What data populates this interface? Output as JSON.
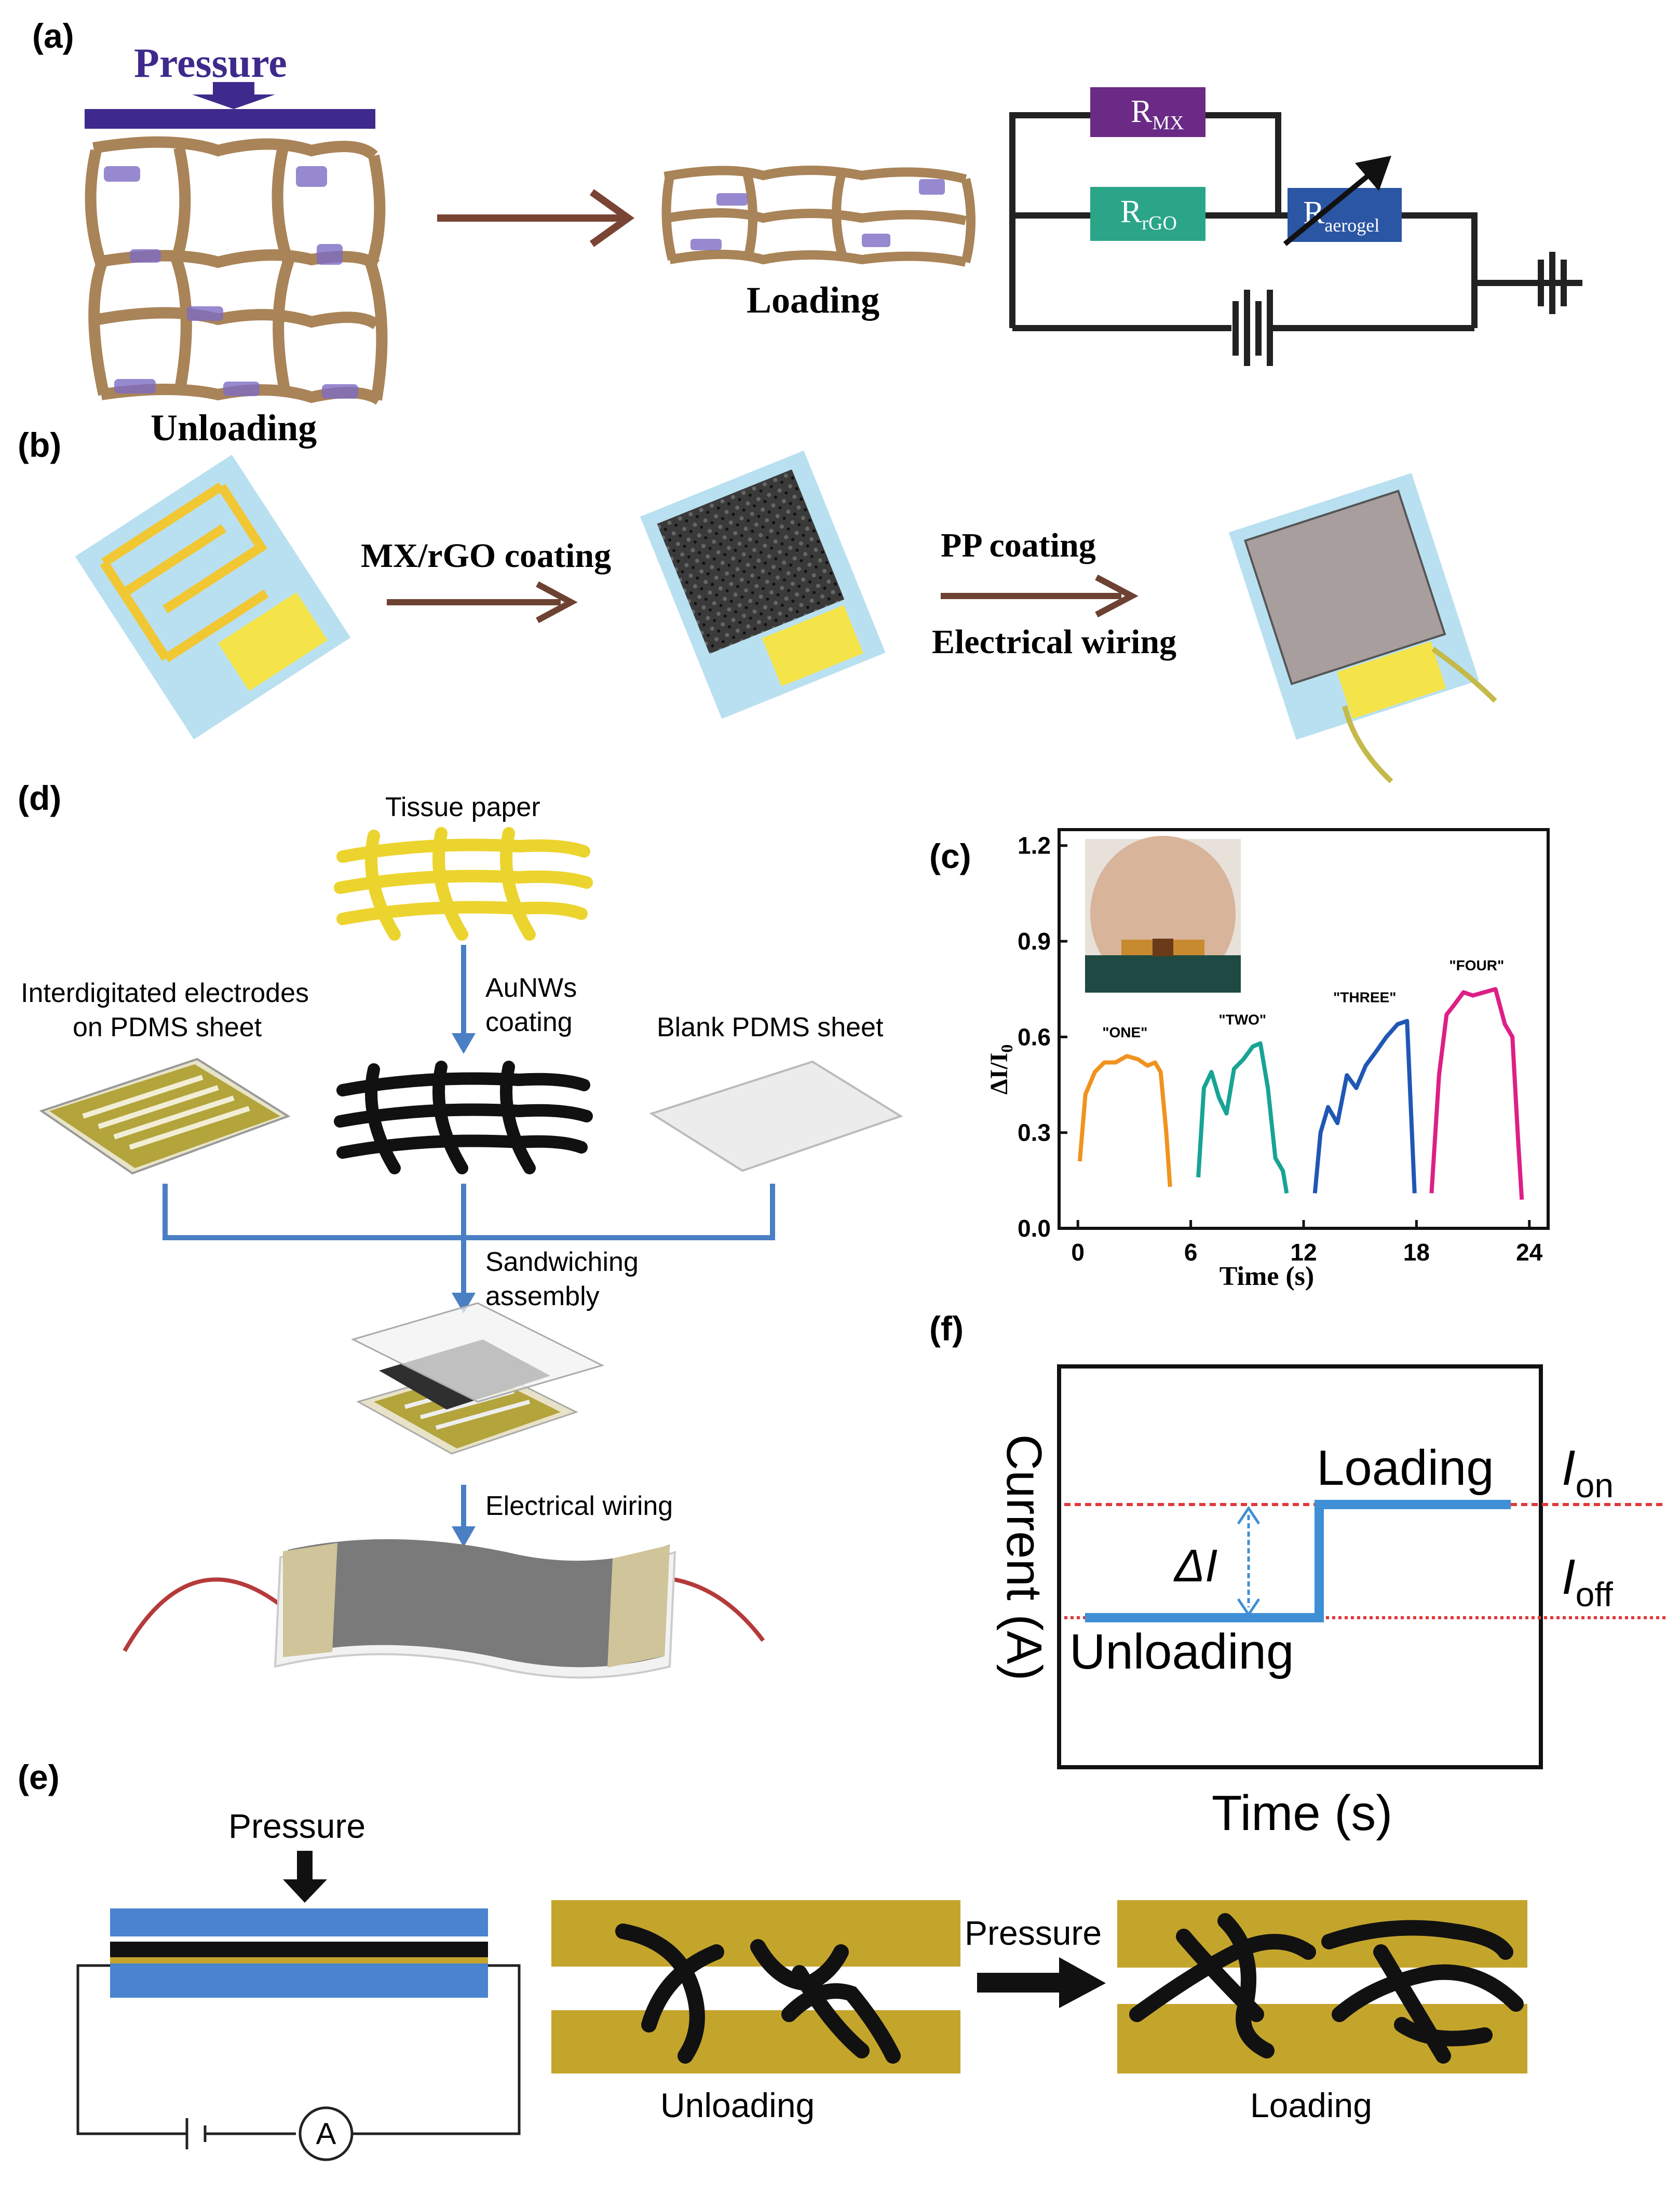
{
  "panels": {
    "a": {
      "label": "(a)",
      "pressure": "Pressure",
      "unloading": "Unloading",
      "loading": "Loading",
      "circuit": {
        "r_mx_base": "R",
        "r_mx_sub": "MX",
        "r_rgo_base": "R",
        "r_rgo_sub": "rGO",
        "r_aerogel_base": "R",
        "r_aerogel_sub": "aerogel"
      }
    },
    "b": {
      "label": "(b)",
      "step1": "MX/rGO coating",
      "step2a": "PP coating",
      "step2b": "Electrical wiring"
    },
    "c": {
      "label": "(c)",
      "ylabel": "ΔI/I",
      "ylabel_sub": "0",
      "xlabel": "Time (s)"
    },
    "d": {
      "label": "(d)",
      "tissue": "Tissue paper",
      "electrodes_line1": "Interdigitated electrodes",
      "electrodes_line2": "on PDMS sheet",
      "aunws_line1": "AuNWs",
      "aunws_line2": "coating",
      "blank": "Blank PDMS sheet",
      "sandwich_line1": "Sandwiching",
      "sandwich_line2": "assembly",
      "wiring": "Electrical wiring"
    },
    "e": {
      "label": "(e)",
      "pressure_top": "Pressure",
      "pressure_mid": "Pressure",
      "unloading": "Unloading",
      "loading": "Loading",
      "ammeter": "A"
    },
    "f": {
      "label": "(f)",
      "ylabel": "Current (A)",
      "xlabel": "Time (s)",
      "loading": "Loading",
      "unloading": "Unloading",
      "delta": "ΔI",
      "i_on_base": "I",
      "i_on_sub": "on",
      "i_off_base": "I",
      "i_off_sub": "off"
    }
  },
  "chart_data": [
    {
      "type": "line",
      "panel": "c",
      "xlabel": "Time (s)",
      "ylabel": "ΔI/I0",
      "xlim": [
        -1,
        25
      ],
      "ylim": [
        0.0,
        1.25
      ],
      "xticks": [
        "0",
        "6",
        "12",
        "18",
        "24"
      ],
      "yticks": [
        "0.0",
        "0.3",
        "0.6",
        "0.9",
        "1.2"
      ],
      "series": [
        {
          "name": "\"ONE\"",
          "color": "#f0931e",
          "x": [
            0.1,
            0.4,
            0.9,
            1.4,
            2.0,
            2.6,
            3.2,
            3.7,
            4.1,
            4.4,
            4.7,
            4.9
          ],
          "y": [
            0.21,
            0.42,
            0.49,
            0.52,
            0.52,
            0.54,
            0.53,
            0.51,
            0.52,
            0.49,
            0.3,
            0.13
          ]
        },
        {
          "name": "\"TWO\"",
          "color": "#17a495",
          "x": [
            6.4,
            6.7,
            7.1,
            7.5,
            7.9,
            8.3,
            8.8,
            9.3,
            9.7,
            10.1,
            10.5,
            10.9,
            11.1
          ],
          "y": [
            0.16,
            0.44,
            0.49,
            0.41,
            0.36,
            0.5,
            0.53,
            0.57,
            0.58,
            0.44,
            0.22,
            0.18,
            0.11
          ]
        },
        {
          "name": "\"THREE\"",
          "color": "#1f57b5",
          "x": [
            12.6,
            12.9,
            13.3,
            13.8,
            14.3,
            14.8,
            15.3,
            15.8,
            16.4,
            17.0,
            17.5,
            17.9
          ],
          "y": [
            0.11,
            0.3,
            0.38,
            0.33,
            0.48,
            0.44,
            0.51,
            0.55,
            0.6,
            0.64,
            0.65,
            0.11
          ]
        },
        {
          "name": "\"FOUR\"",
          "color": "#dd1f86",
          "x": [
            18.8,
            19.2,
            19.6,
            20.0,
            20.5,
            21.0,
            21.6,
            22.2,
            22.7,
            23.1,
            23.4,
            23.6
          ],
          "y": [
            0.11,
            0.48,
            0.67,
            0.7,
            0.74,
            0.73,
            0.74,
            0.75,
            0.64,
            0.6,
            0.28,
            0.09
          ]
        }
      ]
    },
    {
      "type": "line",
      "panel": "f",
      "xlabel": "Time (s)",
      "ylabel": "Current (A)",
      "series": [
        {
          "name": "Current",
          "color": "#3f8fd6",
          "x": [
            0,
            0.55,
            0.55,
            1.0
          ],
          "y": [
            0,
            0,
            1,
            1
          ]
        }
      ]
    }
  ]
}
